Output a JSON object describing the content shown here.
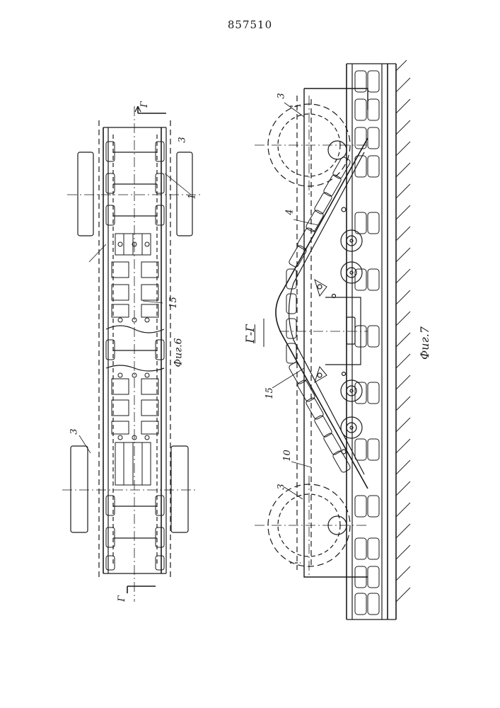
{
  "patent_number": "857510",
  "fig6": {
    "caption": "Фиг.6",
    "section_mark_top": "Г",
    "section_mark_bottom": "Г",
    "callouts": [
      "3",
      "1",
      "15",
      "3"
    ]
  },
  "fig7": {
    "caption": "Фиг.7",
    "section_title": "Г-Г",
    "callouts": [
      "3",
      "4",
      "15",
      "10",
      "3"
    ]
  },
  "colors": {
    "ink": "#1a1a1a",
    "paper": "#ffffff"
  }
}
